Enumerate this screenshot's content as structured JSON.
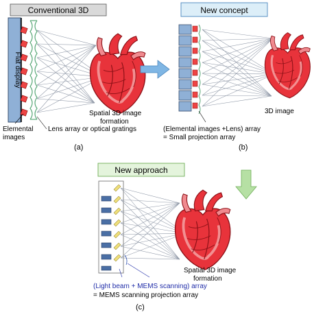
{
  "panel_a": {
    "title": "Conventional 3D",
    "display_label": "Flat display",
    "elemental_label_1": "Elemental",
    "elemental_label_2": "images",
    "lens_label": "Lens array or optical gratings",
    "formation_label_1": "Spatial 3D image",
    "formation_label_2": "formation",
    "letter": "(a)"
  },
  "panel_b": {
    "title": "New concept",
    "image_label": "3D image",
    "array_label_1": "(Elemental images +Lens) array",
    "array_label_2": "= Small projection array",
    "letter": "(b)"
  },
  "panel_c": {
    "title": "New approach",
    "formation_label_1": "Spatial 3D image",
    "formation_label_2": "formation",
    "array_label_1": "(Light beam +  MEMS scanning) array",
    "array_label_2": "= MEMS scanning projection array",
    "letter": "(c)"
  },
  "colors": {
    "title_a_fill": "#d9d9d9",
    "title_b_fill": "#dceef8",
    "title_c_fill": "#e4f4dc",
    "display_blue": "#8fb0d6",
    "lens_green": "#8cc8a0",
    "arrow_blue": "#7fb6e4",
    "arrow_green": "#b6e0a4",
    "heart_red": "#e8333b",
    "heart_pink": "#f6b8b8",
    "blue_text": "#1f2ca8",
    "mems_yellow": "#f0e07a"
  },
  "icons": [
    "heart-illustration",
    "right-arrow-icon",
    "down-arrow-icon"
  ]
}
